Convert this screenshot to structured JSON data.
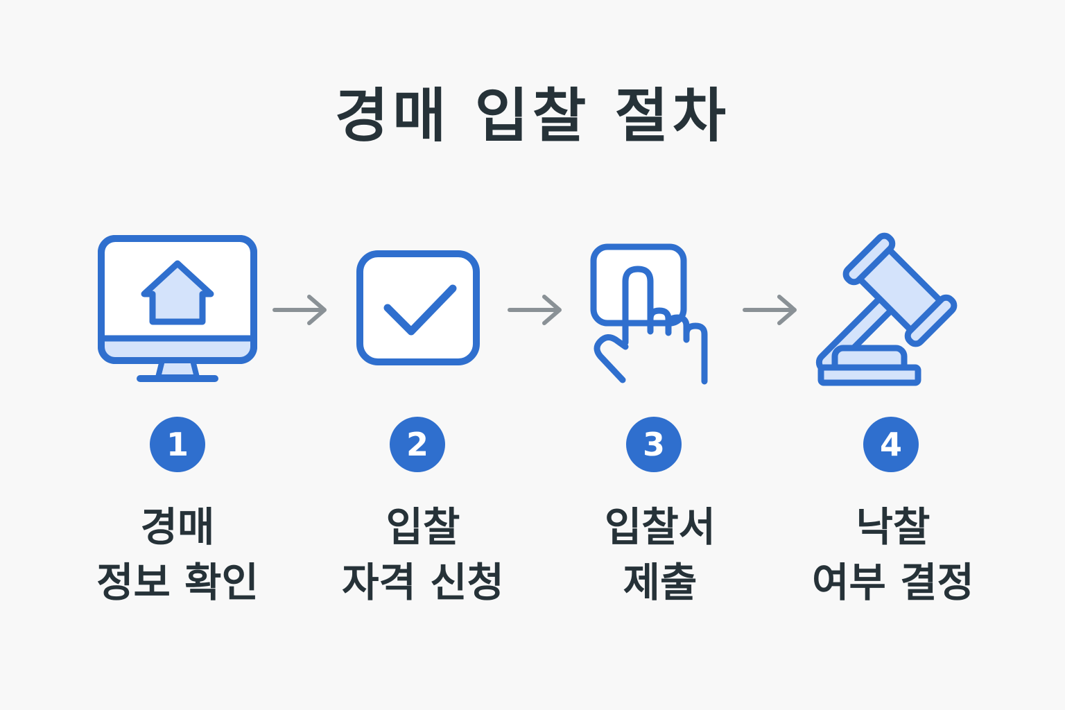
{
  "title": "경매 입찰 절차",
  "colors": {
    "accent": "#2f6fce",
    "accent_light": "#d4e3fb",
    "arrow": "#8a9196",
    "text": "#263238",
    "background": "#f8f8f8"
  },
  "steps": [
    {
      "number": "1",
      "icon": "monitor-house-icon",
      "line1": "경매",
      "line2": "정보 확인"
    },
    {
      "number": "2",
      "icon": "checkbox-icon",
      "line1": "입찰",
      "line2": "자격 신청"
    },
    {
      "number": "3",
      "icon": "hand-pointer-icon",
      "line1": "입찰서",
      "line2": "제출"
    },
    {
      "number": "4",
      "icon": "gavel-icon",
      "line1": "낙찰",
      "line2": "여부 결정"
    }
  ],
  "arrows": [
    "arrow-right-icon",
    "arrow-right-icon",
    "arrow-right-icon"
  ]
}
